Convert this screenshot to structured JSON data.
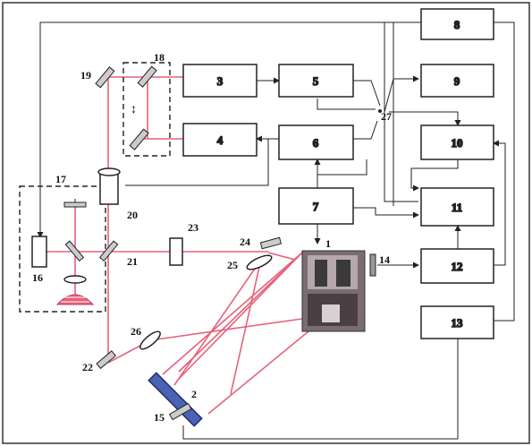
{
  "diagram": {
    "boxes": {
      "b3": "3",
      "b4": "4",
      "b5": "5",
      "b6": "6",
      "b7": "7",
      "b8": "8",
      "b9": "9",
      "b10": "10",
      "b11": "11",
      "b12": "12",
      "b13": "13"
    },
    "labels": {
      "l1": "1",
      "l2": "2",
      "l14": "14",
      "l15": "15",
      "l16": "16",
      "l17": "17",
      "l18": "18",
      "l19": "19",
      "l20": "20",
      "l21": "21",
      "l22": "22",
      "l23": "23",
      "l24": "24",
      "l25": "25",
      "l26": "26",
      "l27": "27"
    },
    "colors": {
      "laser_beam": "#e8607a",
      "line": "#222222",
      "specimen": "#4a63b5",
      "camera": "#6b5e63"
    }
  }
}
